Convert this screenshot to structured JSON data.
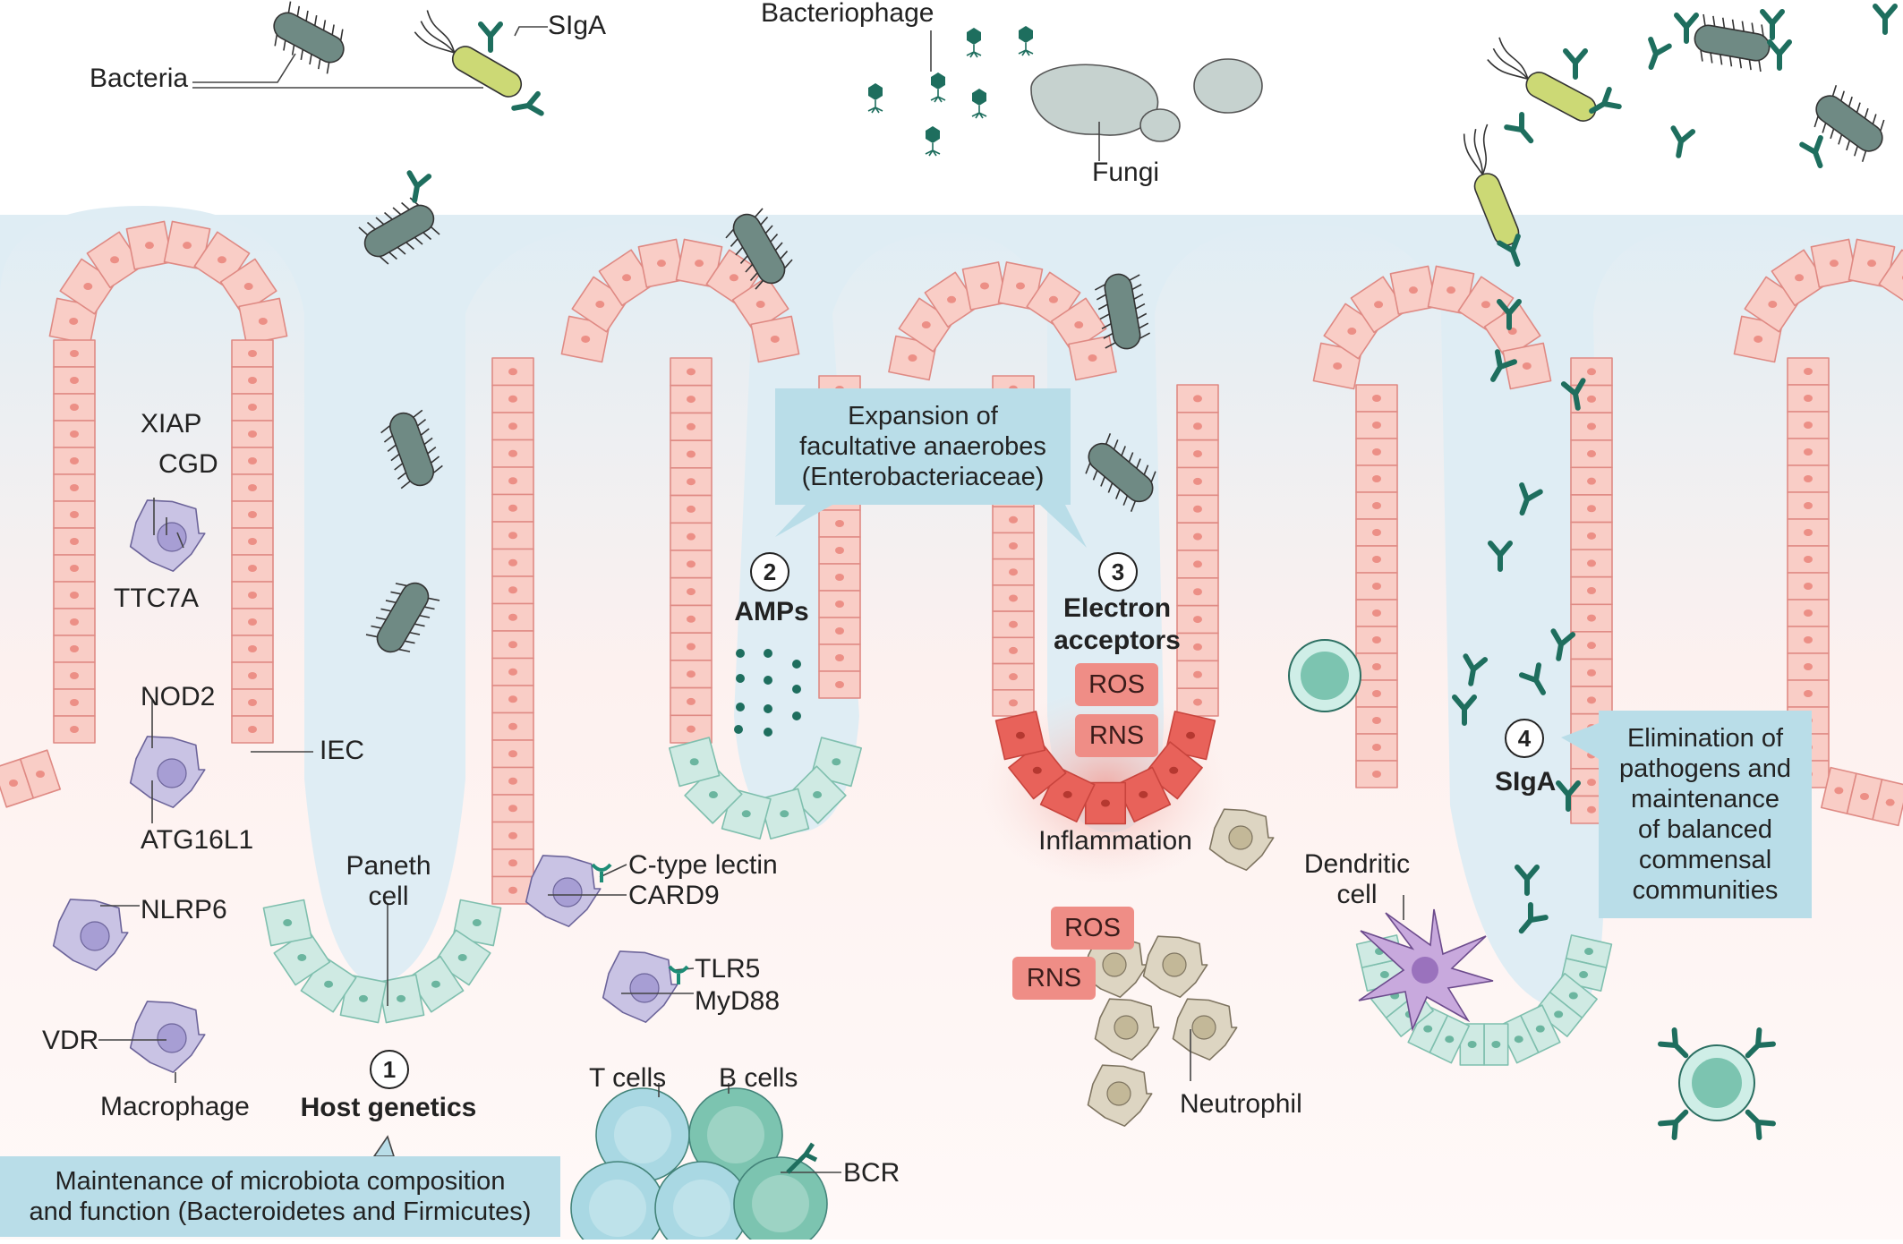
{
  "labels": {
    "bacteria": "Bacteria",
    "siga_top": "SIgA",
    "bacteriophage": "Bacteriophage",
    "fungi": "Fungi",
    "xiap": "XIAP",
    "cgd": "CGD",
    "ttc7a": "TTC7A",
    "nod2": "NOD2",
    "atg16l1": "ATG16L1",
    "iec": "IEC",
    "nlrp6": "NLRP6",
    "vdr": "VDR",
    "macrophage": "Macrophage",
    "paneth_line1": "Paneth",
    "paneth_line2": "cell",
    "c_type_lectin": "C-type lectin",
    "card9": "CARD9",
    "tlr5": "TLR5",
    "myd88": "MyD88",
    "t_cells": "T cells",
    "b_cells": "B cells",
    "bcr": "BCR",
    "amps": "AMPs",
    "electron_line1": "Electron",
    "electron_line2": "acceptors",
    "ros": "ROS",
    "rns": "RNS",
    "inflammation": "Inflammation",
    "neutrophil": "Neutrophil",
    "dendritic_line1": "Dendritic",
    "dendritic_line2": "cell",
    "siga_mechanism": "SIgA",
    "host_genetics": "Host genetics"
  },
  "steps": [
    "1",
    "2",
    "3",
    "4"
  ],
  "boxes": {
    "maintenance": [
      "Maintenance of microbiota composition",
      "and function (Bacteroidetes and Firmicutes)"
    ],
    "expansion": [
      "Expansion of",
      "facultative anaerobes",
      "(Enterobacteriaceae)"
    ],
    "elimination": [
      "Elimination of",
      "pathogens and",
      "maintenance",
      "of balanced",
      "commensal",
      "communities"
    ]
  },
  "colors": {
    "lumen": "#dfedf4",
    "lamina": "#fdf1ef",
    "epithelium": "#f9cdc6",
    "epithelium_stroke": "#df8a84",
    "paneth": "#cfeae3",
    "bacteria_grey": "#6f8a84",
    "bacteria_yellow": "#ccd975",
    "antibody": "#1e6e5e",
    "box": "#b9dde8",
    "ros_rns": "#ef8d86",
    "inflamed": "#e8625a",
    "macrophage": "#c9c3e4",
    "neutrophil": "#ddd5c2",
    "lymphocyte": "#a9d8e3",
    "b_cell": "#7cc4b0"
  }
}
